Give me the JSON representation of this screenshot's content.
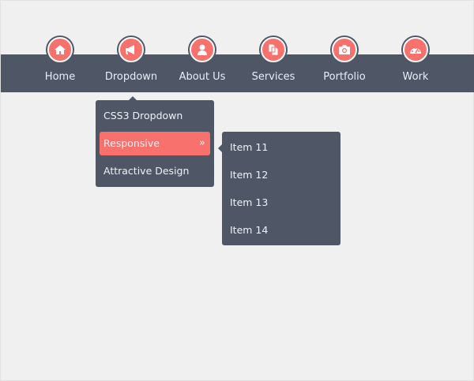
{
  "nav": [
    {
      "label": "Home",
      "icon": "home-icon"
    },
    {
      "label": "Dropdown",
      "icon": "megaphone-icon"
    },
    {
      "label": "About Us",
      "icon": "user-icon"
    },
    {
      "label": "Services",
      "icon": "copy-icon"
    },
    {
      "label": "Portfolio",
      "icon": "camera-icon"
    },
    {
      "label": "Work",
      "icon": "dashboard-icon"
    }
  ],
  "dropdown": {
    "items": [
      "CSS3 Dropdown",
      "Responsive",
      "Attractive Design"
    ],
    "chevron": "»"
  },
  "submenu": {
    "items": [
      "Item 11",
      "Item 12",
      "Item 13",
      "Item 14"
    ]
  },
  "colors": {
    "bar": "#4f5766",
    "accent": "#f8716c",
    "background": "#f0f0f0"
  }
}
